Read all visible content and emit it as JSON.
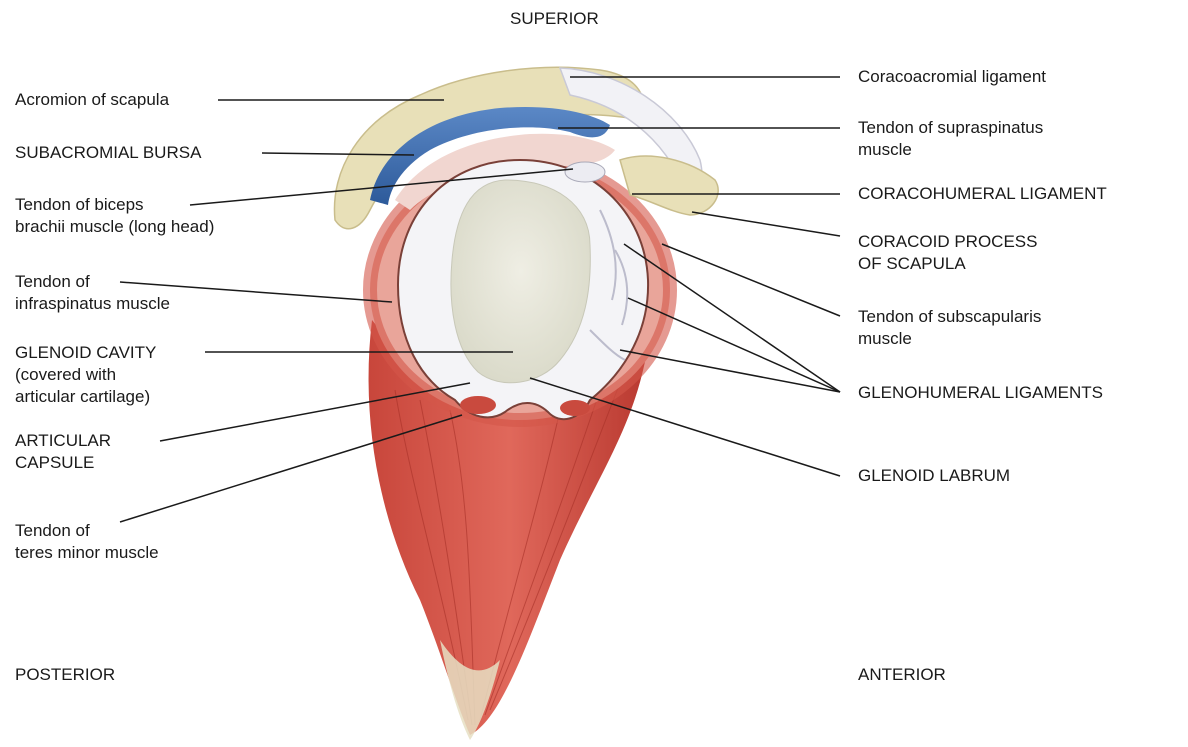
{
  "orientation": {
    "superior": "SUPERIOR",
    "posterior": "POSTERIOR",
    "anterior": "ANTERIOR"
  },
  "labels": {
    "acromion": "Acromion of scapula",
    "subacromial_bursa": "SUBACROMIAL BURSA",
    "biceps_tendon": "Tendon of biceps\nbrachii muscle (long head)",
    "infraspinatus_tendon": "Tendon of\ninfraspinatus muscle",
    "glenoid_cavity": "GLENOID CAVITY\n(covered with\narticular cartilage)",
    "articular_capsule": "ARTICULAR\nCAPSULE",
    "teres_minor_tendon": "Tendon of\nteres minor muscle",
    "coracoacromial_ligament": "Coracoacromial ligament",
    "supraspinatus_tendon": "Tendon of supraspinatus\nmuscle",
    "coracohumeral_ligament": "CORACOHUMERAL LIGAMENT",
    "coracoid_process": "CORACOID PROCESS\nOF SCAPULA",
    "subscapularis_tendon": "Tendon of subscapularis\nmuscle",
    "glenohumeral_ligaments": "GLENOHUMERAL LIGAMENTS",
    "glenoid_labrum": "GLENOID LABRUM"
  },
  "colors": {
    "muscle": "#d8574a",
    "muscle_dark": "#b73a31",
    "bone": "#e8e0b8",
    "bursa": "#3e6fb2",
    "cartilage": "#e8e8dc",
    "labrum": "#f4f4f6",
    "leader": "#1a1a1a"
  }
}
